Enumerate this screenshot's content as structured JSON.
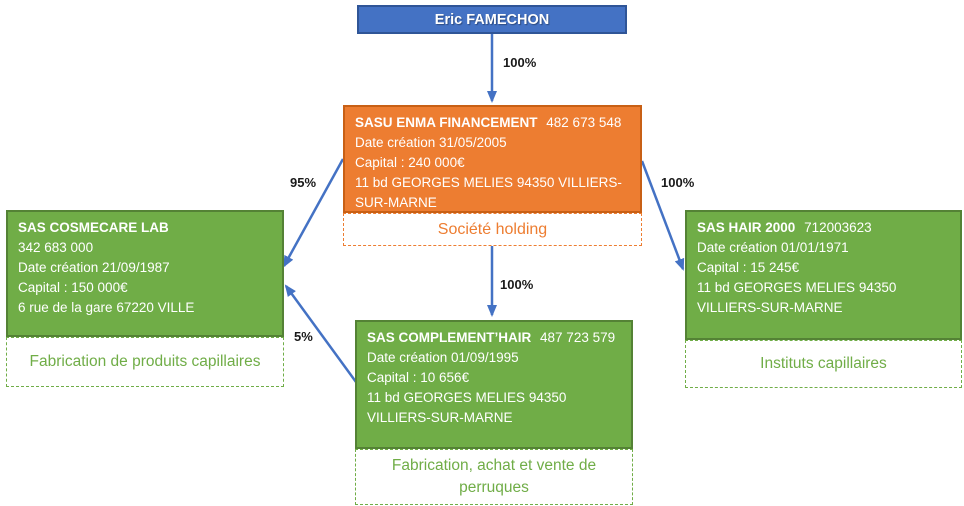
{
  "person": {
    "name": "Eric FAMECHON"
  },
  "companies": {
    "holding": {
      "name": "SASU ENMA FINANCEMENT",
      "registration": "482 673 548",
      "date": "Date création 31/05/2005",
      "capital": "Capital : 240 000€",
      "address": "11 bd GEORGES MELIES 94350 VILLIERS-SUR-MARNE",
      "activity": "Société holding"
    },
    "cosmecare": {
      "name": "SAS COSMECARE LAB",
      "registration": "342 683 000",
      "date": "Date création 21/09/1987",
      "capital": "Capital : 150 000€",
      "address": "6 rue de la gare 67220 VILLE",
      "activity": "Fabrication de produits capillaires"
    },
    "hair2000": {
      "name": "SAS HAIR 2000",
      "registration": "712003623",
      "date": "Date création 01/01/1971",
      "capital": "Capital : 15 245€",
      "address": "11 bd GEORGES MELIES 94350 VILLIERS-SUR-MARNE",
      "activity": "Instituts capillaires"
    },
    "complementhair": {
      "name": "SAS COMPLEMENT’HAIR",
      "registration": "487 723 579",
      "date": "Date création 01/09/1995",
      "capital": "Capital : 10 656€",
      "address": "11 bd GEORGES MELIES 94350 VILLIERS-SUR-MARNE",
      "activity": "Fabrication, achat et vente de perruques"
    }
  },
  "edges": {
    "person_to_holding": "100%",
    "holding_to_cosmecare": "95%",
    "holding_to_hair2000": "100%",
    "holding_to_complementhair": "100%",
    "complementhair_to_cosmecare": "5%"
  },
  "colors": {
    "person_fill": "#4472C4",
    "holding_fill": "#ED7D31",
    "subsidiary_fill": "#70AD47",
    "arrow": "#4472C4"
  }
}
